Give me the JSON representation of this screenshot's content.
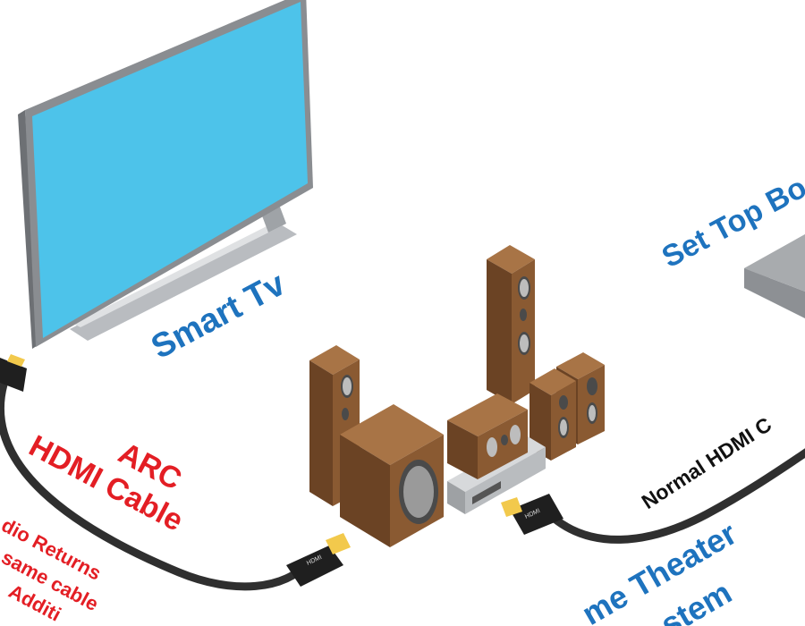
{
  "labels": {
    "smart_tv": "Smart Tv",
    "set_top_box": "Set Top Bo",
    "arc_title_line1": "ARC",
    "arc_title_line2": "HDMI Cable",
    "arc_desc_line1": "dio Returns",
    "arc_desc_line2": "same cable",
    "arc_desc_line3": "Additi",
    "normal_cable": "Normal HDMI C",
    "home_theater_line1": "me Theater",
    "home_theater_line2": "stem",
    "hdmi_plug_text": "HDMI"
  },
  "colors": {
    "blue_label": "#1e73be",
    "red_label": "#e31e24",
    "black_label": "#111111",
    "tv_screen": "#4dc3ea",
    "tv_frame": "#8a8d91",
    "wood_front": "#8a5a32",
    "wood_side": "#6b4324",
    "wood_top": "#a87446",
    "cable": "#2f2f2f",
    "plug_gold": "#f2c94c"
  },
  "icons": [
    "smart-tv-icon",
    "set-top-box-icon",
    "home-theater-icon",
    "hdmi-plug-icon"
  ]
}
